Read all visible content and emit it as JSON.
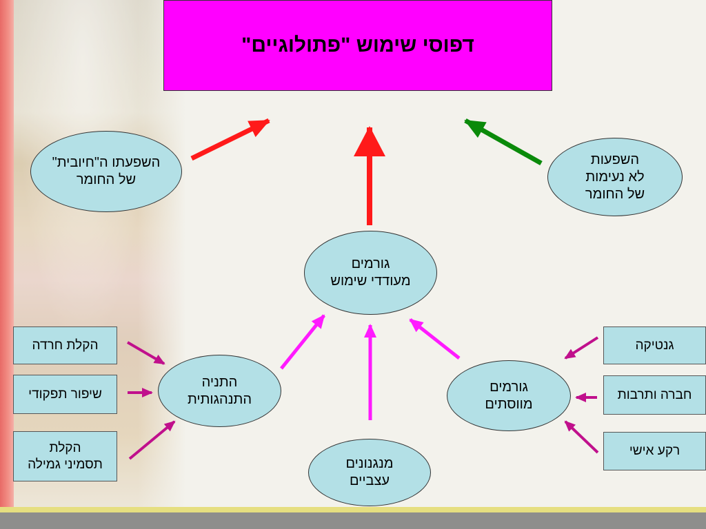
{
  "title": "דפוסי שימוש \"פתולוגיים\"",
  "nodes": {
    "positive_effects": "השפעתו ה\"חיובית\"\nשל החומר",
    "negative_effects": "השפעות\nלא נעימות\nשל החומר",
    "factors_encouraging_use": "גורמים\nמעודדי שימוש",
    "behavioral_conditioning": "התניה\nהתנהגותית",
    "neural_mechanisms": "מנגנונים\nעצביים",
    "mediating_factors": "גורמים\nמווסתים"
  },
  "boxes": {
    "anxiety_relief": "הקלת חרדה",
    "improved_functioning": "שיפור תפקודי",
    "withdrawal_relief": "הקלת\nתסמיני גמילה",
    "genetics": "גנטיקה",
    "society_culture": "חברה ותרבות",
    "personal_background": "רקע אישי"
  },
  "colors": {
    "title_bg": "#ff00ff",
    "node_fill": "#b3e0e6",
    "arrow_red": "#ff1a1a",
    "arrow_green": "#0a8a0a",
    "arrow_magenta": "#ff1aff",
    "arrow_purple": "#c0108c"
  }
}
